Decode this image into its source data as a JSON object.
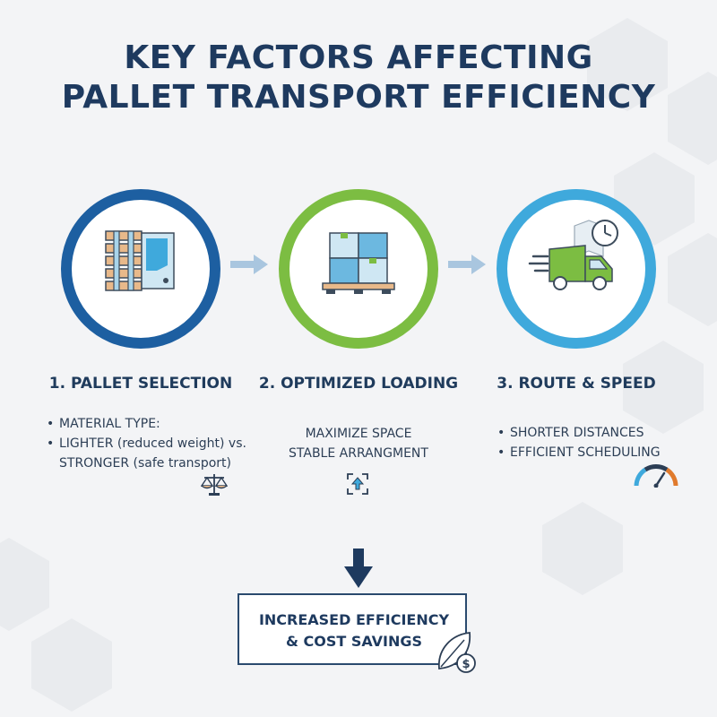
{
  "title": {
    "line1": "KEY FACTORS AFFECTING",
    "line2": "PALLET TRANSPORT EFFICIENCY"
  },
  "steps": [
    {
      "title": "1. PALLET SELECTION",
      "ring_color": "#1d5fa1",
      "icon": "pallet-icon",
      "bullets": [
        "MATERIAL TYPE:",
        "LIGHTER (reduced weight) vs.",
        "STRONGER (safe transport)"
      ],
      "small_icon": "balance-scale-icon"
    },
    {
      "title": "2. OPTIMIZED LOADING",
      "ring_color": "#7cbd42",
      "icon": "stacked-boxes-icon",
      "lines": [
        "MAXIMIZE SPACE",
        "STABLE ARRANGMENT"
      ],
      "small_icon": "expand-arrow-icon"
    },
    {
      "title": "3. ROUTE & SPEED",
      "ring_color": "#3fa9dc",
      "icon": "delivery-truck-icon",
      "bullets": [
        "SHORTER DISTANCES",
        "EFFICIENT SCHEDULING"
      ],
      "small_icon": "speedometer-icon"
    }
  ],
  "arrow_color": "#a9c6df",
  "result": {
    "line1": "INCREASED EFFICIENCY",
    "line2": "& COST SAVINGS",
    "icon": "leaf-dollar-icon",
    "arrow_icon": "down-arrow-icon"
  },
  "colors": {
    "dark_blue": "#1e3a5f",
    "green": "#7cbd42",
    "light_blue": "#3fa9dc",
    "background": "#f3f4f6"
  }
}
